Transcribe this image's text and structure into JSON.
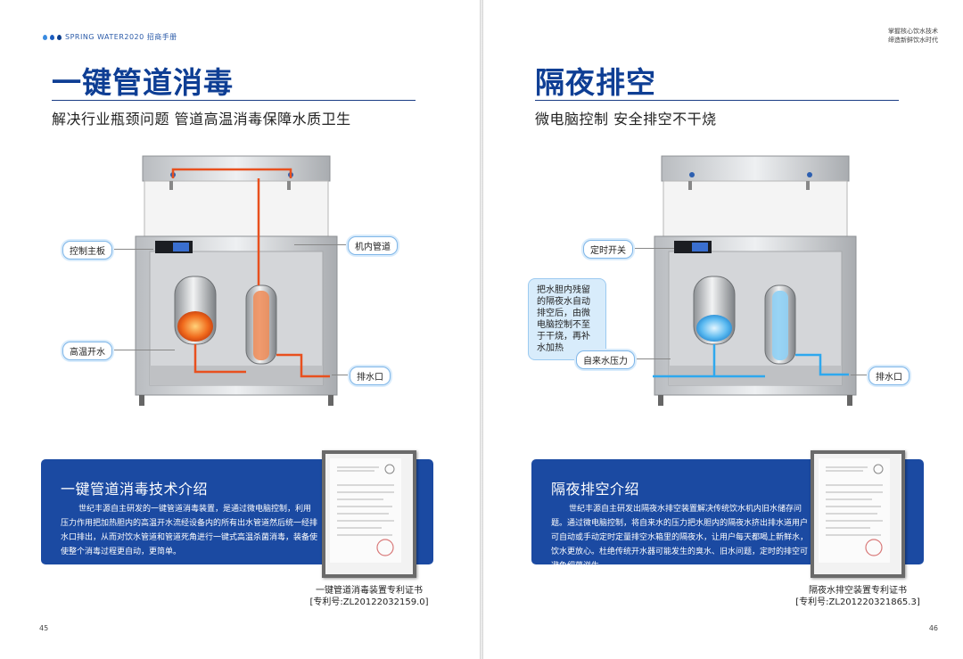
{
  "left": {
    "header": "SPRING WATER2020 招商手册",
    "title": "一键管道消毒",
    "subtitle": "解决行业瓶颈问题 管道高温消毒保障水质卫生",
    "labels": {
      "control_board": "控制主板",
      "internal_pipe": "机内管道",
      "hot_water": "高温开水",
      "drain": "排水口"
    },
    "panel_title": "一键管道消毒技术介绍",
    "panel_text": "世纪丰源自主研发的一键管道消毒装置，是通过微电脑控制，利用压力作用把加热胆内的高温开水流经设备内的所有出水管道然后统一经排水口排出，从而对饮水管道和管道死角进行一键式高温杀菌消毒，装备使使整个消毒过程更自动，更简单。",
    "cert_caption_line1": "一键管道消毒装置专利证书",
    "cert_caption_line2": "[专利号:ZL20122032159.0]",
    "page_number": "45",
    "accent": "#e8501e"
  },
  "right": {
    "tag_line1": "掌握核心饮水技术",
    "tag_line2": "缔造新鲜饮水时代",
    "title": "隔夜排空",
    "subtitle": "微电脑控制 安全排空不干烧",
    "labels": {
      "timer_switch": "定时开关",
      "bubble": "把水胆内残留的隔夜水自动排空后，由微电脑控制不至于干烧，再补水加热",
      "tap_pressure": "自来水压力",
      "drain": "排水口"
    },
    "panel_title": "隔夜排空介绍",
    "panel_text": "世纪丰源自主研发出隔夜水排空装置解决传统饮水机内旧水储存问题。通过微电脑控制，将自来水的压力把水胆内的隔夜水挤出排水道用户可自动或手动定时定量排空水箱里的隔夜水，让用户每天都喝上新鲜水，饮水更放心。杜绝传统开水器可能发生的臭水、旧水问题，定时的排空可避免细菌滋生。",
    "cert_caption_line1": "隔夜水排空装置专利证书",
    "cert_caption_line2": "[专利号:ZL201220321865.3]",
    "page_number": "46",
    "accent": "#2ea8ee"
  },
  "cert": {
    "heading": "专利登记簿副本"
  }
}
